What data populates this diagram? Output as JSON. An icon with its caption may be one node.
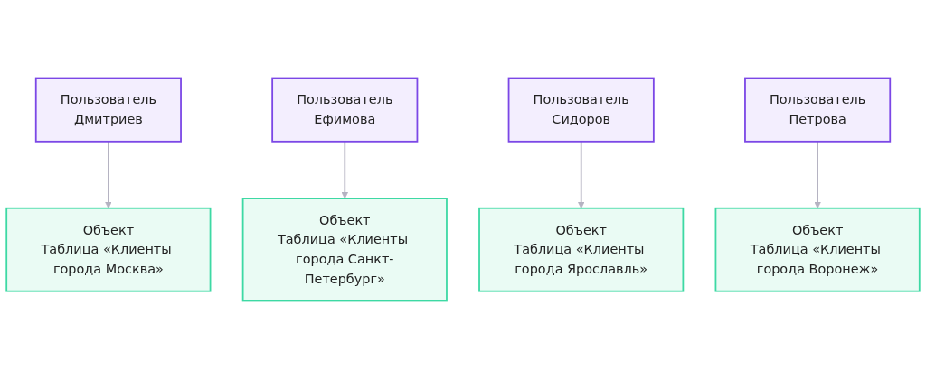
{
  "diagram": {
    "nodes": [
      {
        "text": [
          "Пользователь",
          "Дмитриев"
        ]
      },
      {
        "text": [
          "Пользователь",
          "Ефимова"
        ]
      },
      {
        "text": [
          "Пользователь",
          "Сидоров"
        ]
      },
      {
        "text": [
          "Пользователь",
          "Петрова"
        ]
      },
      {
        "text": [
          "Объект",
          "Таблица «Клиенты города Москва»"
        ]
      },
      {
        "text": [
          "Объект",
          "Таблица «Клиенты города Санкт-Петербург»"
        ]
      },
      {
        "text": [
          "Объект",
          "Таблица «Клиенты города Ярославль»"
        ]
      },
      {
        "text": [
          "Объект",
          "Таблица «Клиенты города Воронеж»"
        ]
      }
    ],
    "edges": [
      {
        "from": 0,
        "to": 4,
        "arrow": "to"
      },
      {
        "from": 1,
        "to": 5,
        "arrow": "to"
      },
      {
        "from": 2,
        "to": 6,
        "arrow": "to"
      },
      {
        "from": 3,
        "to": 7,
        "arrow": "to"
      }
    ]
  }
}
